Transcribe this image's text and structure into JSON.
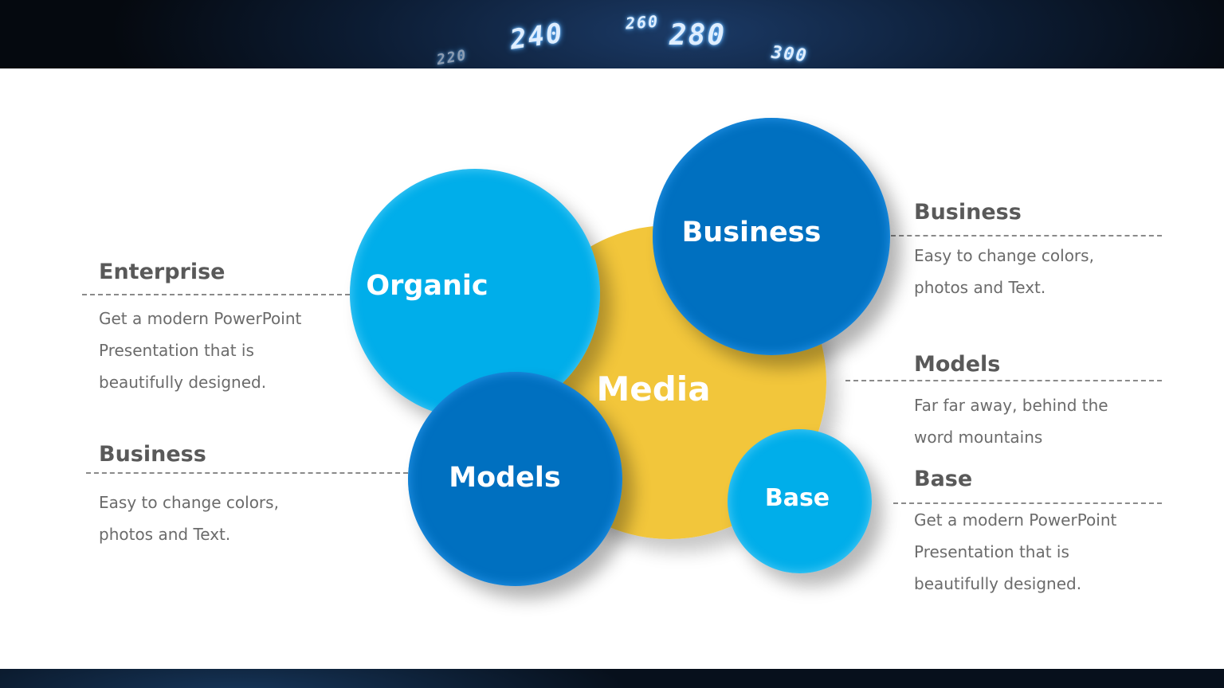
{
  "background": {
    "speedometer_labels": [
      "220",
      "240",
      "260",
      "280",
      "300"
    ]
  },
  "circles": {
    "organic": "Organic",
    "business": "Business",
    "media": "Media",
    "models": "Models",
    "base": "Base"
  },
  "left_callouts": [
    {
      "heading": "Enterprise",
      "body": "Get a modern PowerPoint\nPresentation that is\nbeautifully designed."
    },
    {
      "heading": "Business",
      "body": "Easy to change colors,\nphotos and Text."
    }
  ],
  "right_callouts": [
    {
      "heading": "Business",
      "body": "Easy to change colors,\nphotos and Text."
    },
    {
      "heading": "Models",
      "body": "Far far away, behind the\nword mountains"
    },
    {
      "heading": "Base",
      "body": "Get a modern PowerPoint\nPresentation that is\nbeautifully designed."
    }
  ],
  "colors": {
    "light_blue": "#00AEEA",
    "dark_blue": "#0070C0",
    "yellow": "#F2C63B",
    "heading_gray": "#595959",
    "body_gray": "#6B6B6B"
  }
}
